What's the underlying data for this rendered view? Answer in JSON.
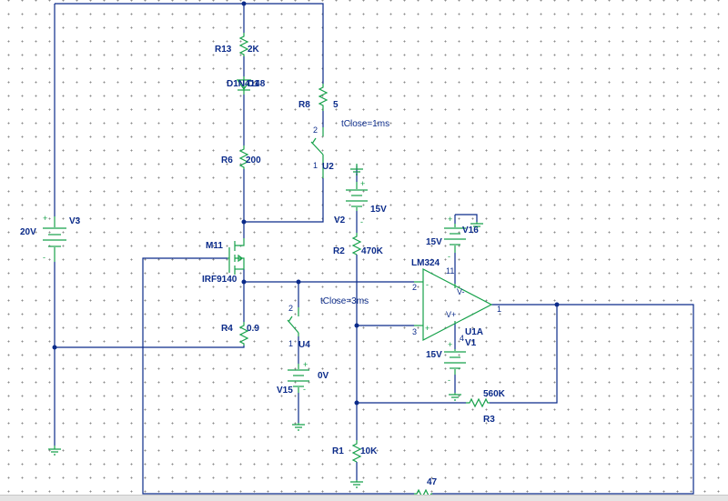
{
  "labels": {
    "r13": "R13",
    "r13_val": "2K",
    "d1": "D1N4148",
    "d1_val": "D1",
    "r8": "R8",
    "r8_val": "5",
    "u2_tclose": "tClose=1ms",
    "u2": "U2",
    "r6": "R6",
    "r6_val": "200",
    "v2": "V2",
    "v2_val": "15V",
    "v3": "V3",
    "v3_val": "20V",
    "v16": "V16",
    "v16_val": "15V",
    "r2": "R2",
    "r2_val": "470K",
    "m11": "M11",
    "m11_model": "IRF9140",
    "lm324": "LM324",
    "u4_tclose": "tClose=3ms",
    "u4": "U4",
    "u1a": "U1A",
    "v1": "V1",
    "v1_val": "15V",
    "r4": "R4",
    "r4_val": "0.9",
    "v15": "V15",
    "v15_val": "0V",
    "r3": "R3",
    "r3_val": "560K",
    "r1": "R1",
    "r1_val": "10K",
    "r_bottom_val": "47",
    "pin_2": "2",
    "pin_3": "3",
    "pin_1": "1",
    "pin_11": "11",
    "pin_4": "4",
    "vminus": "V-",
    "vplus": "V+",
    "sw_pin_2a": "2",
    "sw_pin_1a": "1",
    "sw_pin_2b": "2",
    "sw_pin_1b": "1",
    "opamp_minus": "-",
    "opamp_plus": "+",
    "plus": "+",
    "minus": "-"
  }
}
